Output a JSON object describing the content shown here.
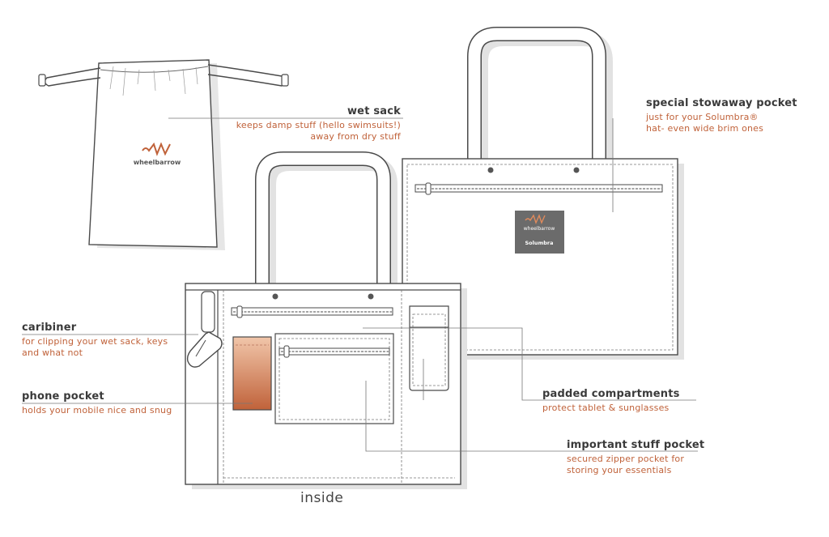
{
  "colors": {
    "accent": "#c0623a",
    "outline": "#4a4a4a",
    "shadow": "#e2e2e2",
    "badge": "#6b6b6b"
  },
  "wet_sack": {
    "title": "wet sack",
    "lines": [
      "keeps damp stuff (hello swimsuits!)",
      "away from dry stuff"
    ],
    "brand": "wheelbarrow"
  },
  "stowaway": {
    "title": "special stowaway pocket",
    "lines": [
      "just for your Solumbra®",
      "hat- even wide brim ones"
    ]
  },
  "caribiner": {
    "title": "caribiner",
    "lines": [
      "for clipping your wet sack, keys",
      "and what not"
    ]
  },
  "phone_pocket": {
    "title": "phone pocket",
    "lines": [
      "holds your mobile nice and snug"
    ]
  },
  "padded": {
    "title": "padded compartments",
    "lines": [
      "protect tablet & sunglasses"
    ]
  },
  "important": {
    "title": "important stuff pocket",
    "lines": [
      "secured zipper pocket for",
      "storing your essentials"
    ]
  },
  "badge": {
    "brand": "wheelbarrow",
    "maker": "Solumbra"
  },
  "caption": "inside"
}
